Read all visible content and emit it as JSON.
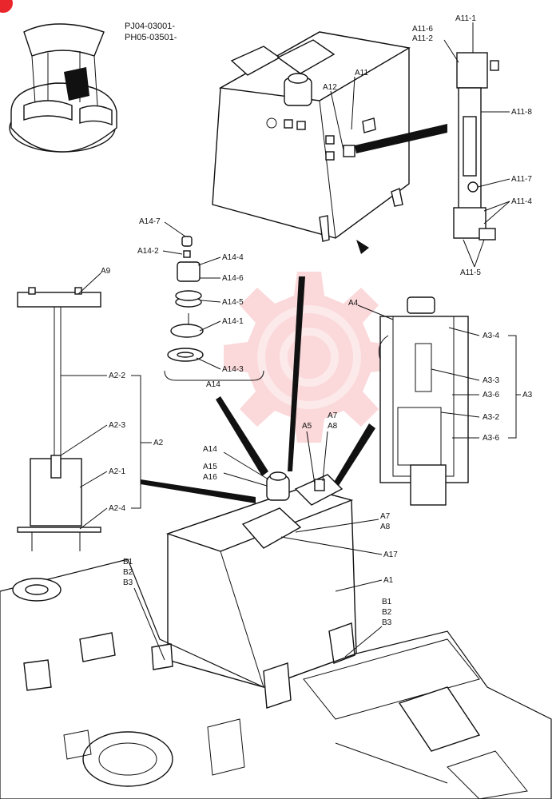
{
  "serials": [
    "PJ04-03001-",
    "PH05-03501-"
  ],
  "watermark_color": "#e9262b",
  "callouts": {
    "A11_1": "A11-1",
    "A11_6": "A11-6",
    "A11_2": "A11-2",
    "A11_8": "A11-8",
    "A11_7": "A11-7",
    "A11_4": "A11-4",
    "A11_5": "A11-5",
    "A11": "A11",
    "A12": "A12",
    "A14_7": "A14-7",
    "A14_2": "A14-2",
    "A14_4": "A14-4",
    "A14_6": "A14-6",
    "A14_5": "A14-5",
    "A14_1": "A14-1",
    "A14_3": "A14-3",
    "A14": "A14",
    "A9": "A9",
    "A2_2": "A2-2",
    "A2_3": "A2-3",
    "A2": "A2",
    "A2_1": "A2-1",
    "A2_4": "A2-4",
    "A4": "A4",
    "A3_4": "A3-4",
    "A3_3": "A3-3",
    "A3_6a": "A3-6",
    "A3": "A3",
    "A3_2": "A3-2",
    "A3_6b": "A3-6",
    "A14b": "A14",
    "A15": "A15",
    "A16": "A16",
    "A5": "A5",
    "A7a": "A7",
    "A8a": "A8",
    "A7b": "A7",
    "A8b": "A8",
    "A17": "A17",
    "A1": "A1",
    "B1a": "B1",
    "B2a": "B2",
    "B3a": "B3",
    "B1b": "B1",
    "B2b": "B2",
    "B3b": "B3"
  }
}
